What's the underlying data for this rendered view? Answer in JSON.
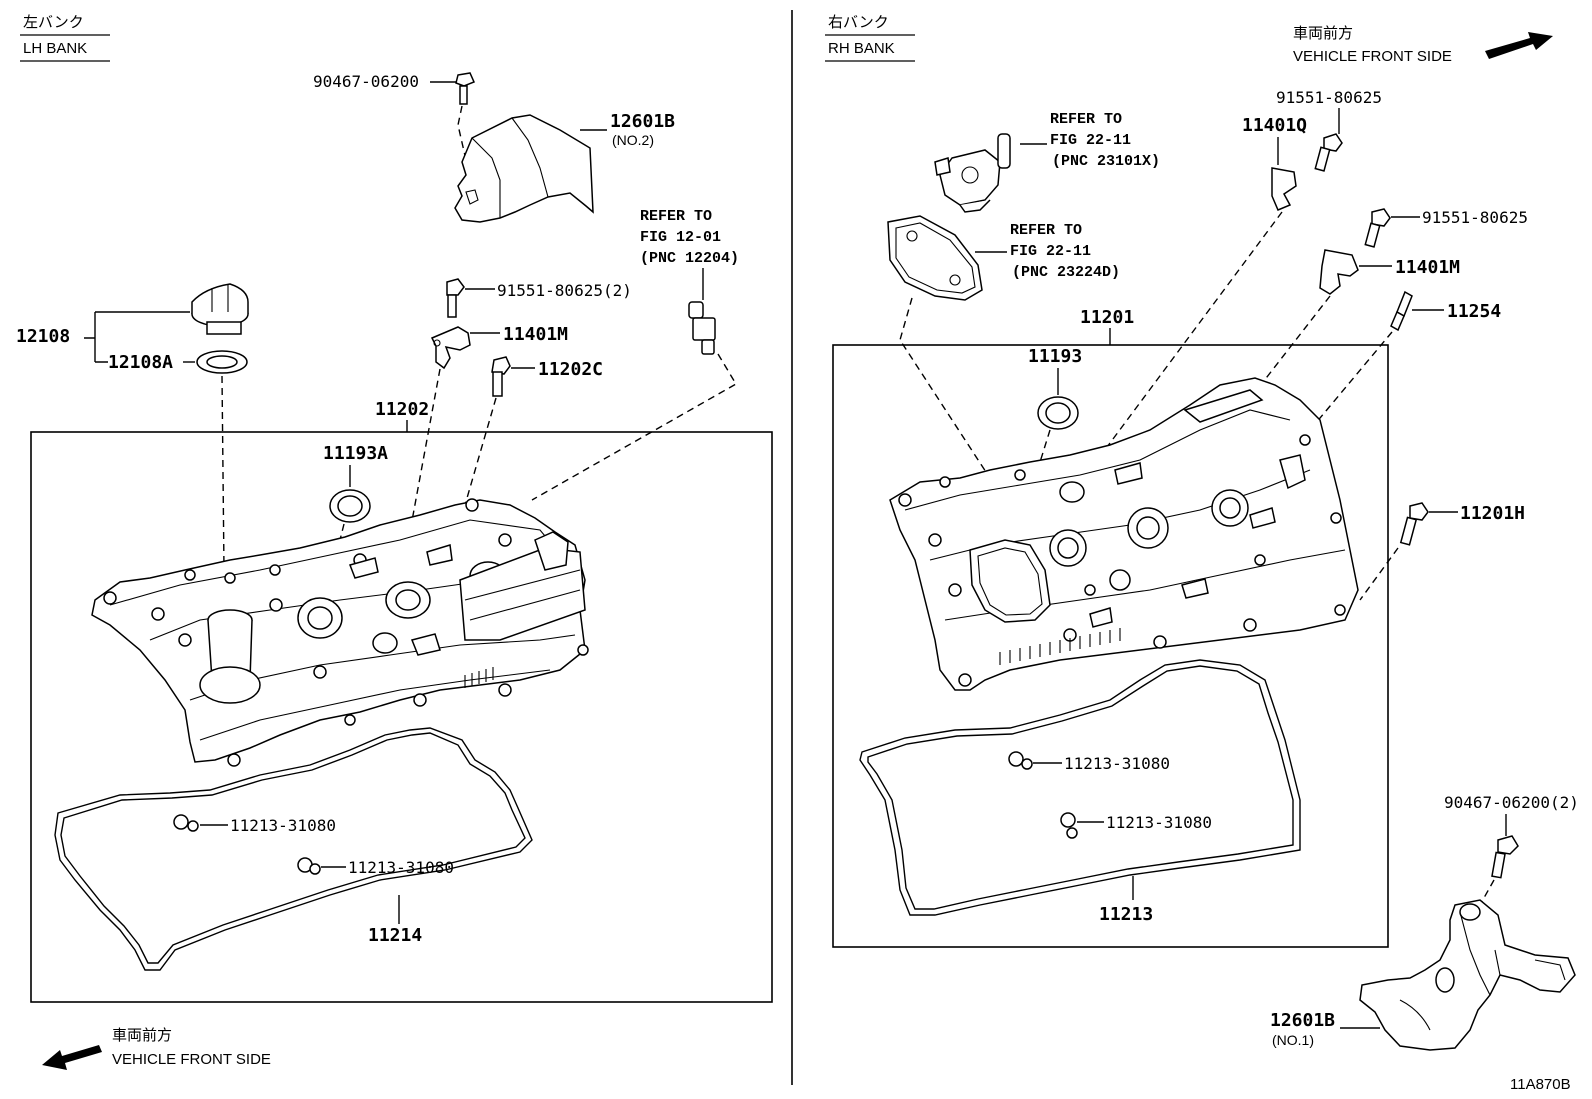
{
  "lh_bank": {
    "label_jp": "左バンク",
    "label_en": "LH BANK",
    "front_jp": "車両前方",
    "front_en": "VEHICLE FRONT SIDE"
  },
  "rh_bank": {
    "label_jp": "右バンク",
    "label_en": "RH BANK",
    "front_jp": "車両前方",
    "front_en": "VEHICLE FRONT SIDE"
  },
  "lh_parts": {
    "p90467": "90467-06200",
    "p12601b": "12601B",
    "p12601b_sub": "(NO.2)",
    "ref1": "REFER TO",
    "ref2": "FIG 12-01",
    "ref3": "(PNC 12204)",
    "p12108": "12108",
    "p12108a": "12108A",
    "p91551": "91551-80625(2)",
    "p11401m": "11401M",
    "p11202c": "11202C",
    "p11202": "11202",
    "p11193a": "11193A",
    "p11213a": "11213-31080",
    "p11213b": "11213-31080",
    "p11214": "11214"
  },
  "rh_parts": {
    "p91551a": "91551-80625",
    "p11401q": "11401Q",
    "refa1": "REFER TO",
    "refa2": "FIG 22-11",
    "refa3": "(PNC 23101X)",
    "refb1": "REFER TO",
    "refb2": "FIG 22-11",
    "refb3": "(PNC 23224D)",
    "p91551b": "91551-80625",
    "p11401m": "11401M",
    "p11254": "11254",
    "p11201": "11201",
    "p11193": "11193",
    "p11201h": "11201H",
    "p11213a": "11213-31080",
    "p11213b": "11213-31080",
    "p11213": "11213",
    "p90467": "90467-06200(2)",
    "p12601b": "12601B",
    "p12601b_sub": "(NO.1)"
  },
  "figure_code": "11A870B"
}
